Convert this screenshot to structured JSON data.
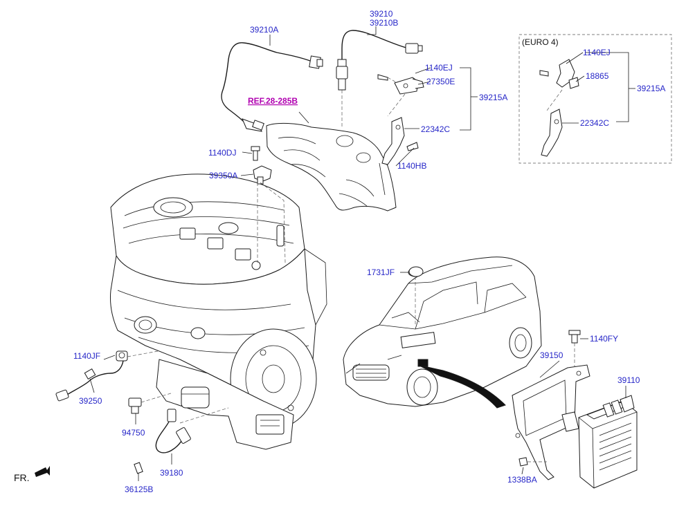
{
  "labels": {
    "p39210A": "39210A",
    "p39210": "39210",
    "p39210B": "39210B",
    "ref": "REF.28-285B",
    "p1140EJ": "1140EJ",
    "p27350E": "27350E",
    "p39215A": "39215A",
    "p22342C": "22342C",
    "p1140HB": "1140HB",
    "p1140DJ": "1140DJ",
    "p39350A": "39350A",
    "euro": "(EURO 4)",
    "e1140EJ": "1140EJ",
    "e18865": "18865",
    "e39215A": "39215A",
    "e22342C": "22342C",
    "p1731JF": "1731JF",
    "p1140FY": "1140FY",
    "p39150": "39150",
    "p39110": "39110",
    "p1338BA": "1338BA",
    "p1140JF": "1140JF",
    "p39250": "39250",
    "p94750": "94750",
    "p39180": "39180",
    "p36125B": "36125B",
    "fr": "FR."
  },
  "colors": {
    "label": "#2626c8",
    "reference": "#b000b0",
    "line": "#1a1a1a"
  }
}
